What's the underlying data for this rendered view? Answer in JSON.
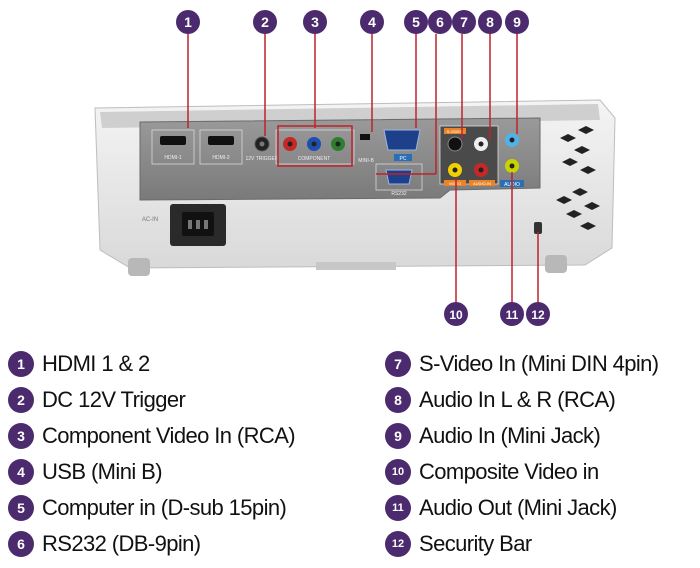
{
  "colors": {
    "badge": "#4b2a6e",
    "callout_line": "#c0202a",
    "port_label_bg": "#2a6fb5",
    "port_label_orange": "#e8842a"
  },
  "port_labels": {
    "hdmi1": "HDMI-1",
    "hdmi2": "HDMI-2",
    "trigger": "12V TRIGGER",
    "component": "COMPONENT",
    "usb": "MINI-B",
    "pc": "PC",
    "rs232": "RS232",
    "svideo": "S-VIDEO",
    "video": "VIDEO",
    "audio_in": "AUDIO-IN",
    "audio_out": "AUDIO",
    "ac_in": "AC-IN"
  },
  "callouts": {
    "top": [
      "1",
      "2",
      "3",
      "4",
      "5",
      "6",
      "7",
      "8",
      "9"
    ],
    "bottom": [
      "10",
      "11",
      "12"
    ]
  },
  "legend_left": [
    {
      "num": "1",
      "text": "HDMI  1 & 2"
    },
    {
      "num": "2",
      "text": "DC 12V Trigger"
    },
    {
      "num": "3",
      "text": "Component Video In (RCA)"
    },
    {
      "num": "4",
      "text": "USB (Mini B)"
    },
    {
      "num": "5",
      "text": "Computer in (D-sub 15pin)"
    },
    {
      "num": "6",
      "text": "RS232 (DB-9pin)"
    }
  ],
  "legend_right": [
    {
      "num": "7",
      "text": "S-Video In (Mini DIN 4pin)"
    },
    {
      "num": "8",
      "text": "Audio In L & R (RCA)"
    },
    {
      "num": "9",
      "text": "Audio In (Mini Jack)"
    },
    {
      "num": "10",
      "text": "Composite Video in"
    },
    {
      "num": "11",
      "text": "Audio Out (Mini Jack)"
    },
    {
      "num": "12",
      "text": "Security Bar"
    }
  ]
}
